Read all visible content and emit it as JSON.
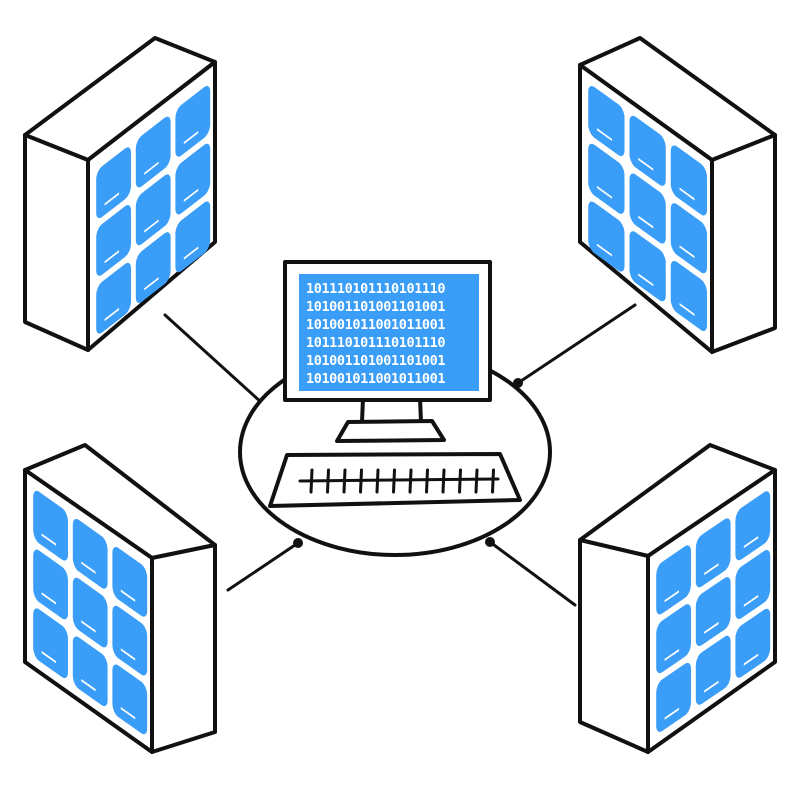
{
  "colors": {
    "screen_blue": "#3a9ef9",
    "ink": "#111111",
    "background": "#ffffff"
  },
  "monitor": {
    "binary_lines": [
      "101110101110101110",
      "101001101001101001",
      "101001011001011001",
      "101110101110101110",
      "101001101001101001",
      "101001011001011001"
    ]
  },
  "servers": [
    {
      "name": "top-left-server"
    },
    {
      "name": "top-right-server"
    },
    {
      "name": "bottom-left-server"
    },
    {
      "name": "bottom-right-server"
    }
  ]
}
